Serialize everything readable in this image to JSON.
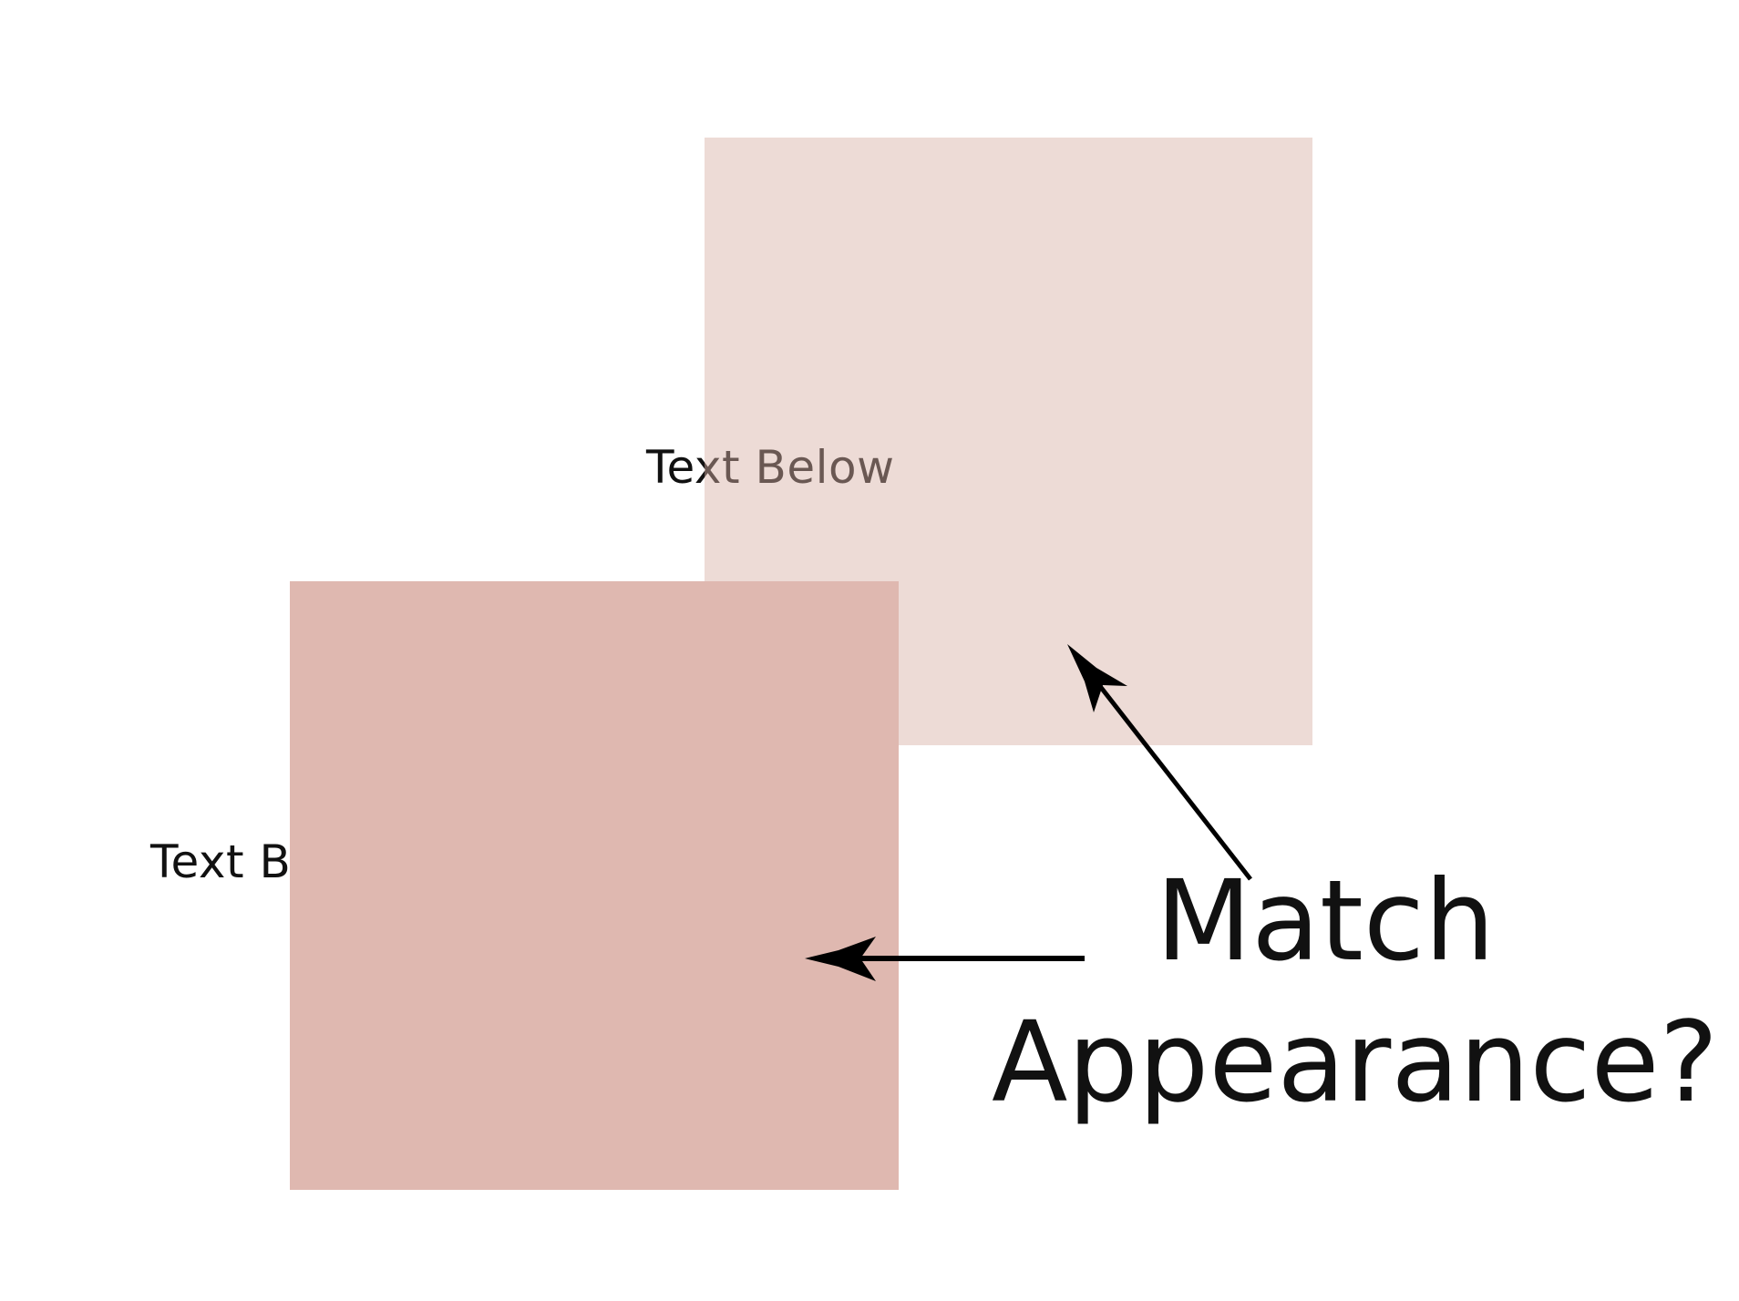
{
  "labels": {
    "top_text": "Text Below",
    "left_text": "Text Below"
  },
  "caption": {
    "line1": "Match",
    "line2": "Appearance?"
  },
  "colors": {
    "background": "#ffffff",
    "top_square": "rgba(214, 176, 163, 0.45)",
    "bottom_square": "#dfb8b0",
    "text": "#111111",
    "arrow": "#000000"
  }
}
